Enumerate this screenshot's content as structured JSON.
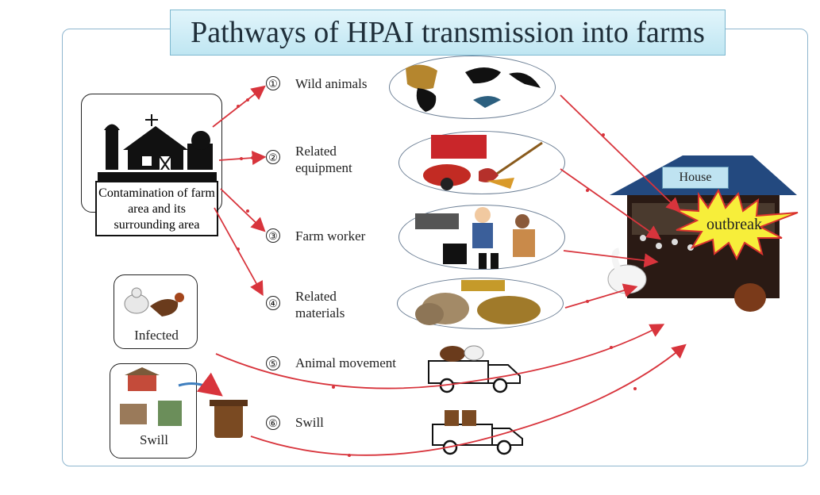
{
  "title": "Pathways of HPAI transmission into farms",
  "source": {
    "caption": "Contamination of farm area and its surrounding area"
  },
  "pathways": [
    {
      "number": "①",
      "label": "Wild animals"
    },
    {
      "number": "②",
      "label": "Related equipment"
    },
    {
      "number": "③",
      "label": "Farm worker"
    },
    {
      "number": "④",
      "label": "Related materials"
    },
    {
      "number": "⑤",
      "label": "Animal movement"
    },
    {
      "number": "⑥",
      "label": "Swill"
    }
  ],
  "infected_box": {
    "label": "Infected"
  },
  "swill_box": {
    "label": "Swill"
  },
  "house": {
    "sign": "House",
    "event": "outbreak"
  },
  "colors": {
    "arrow": "#d8343c",
    "roof": "#23497f",
    "sign_bg": "#bfe3f1",
    "burst": "#f7ee3a",
    "burst_border": "#d9322e",
    "frame": "#8fb6cf"
  }
}
